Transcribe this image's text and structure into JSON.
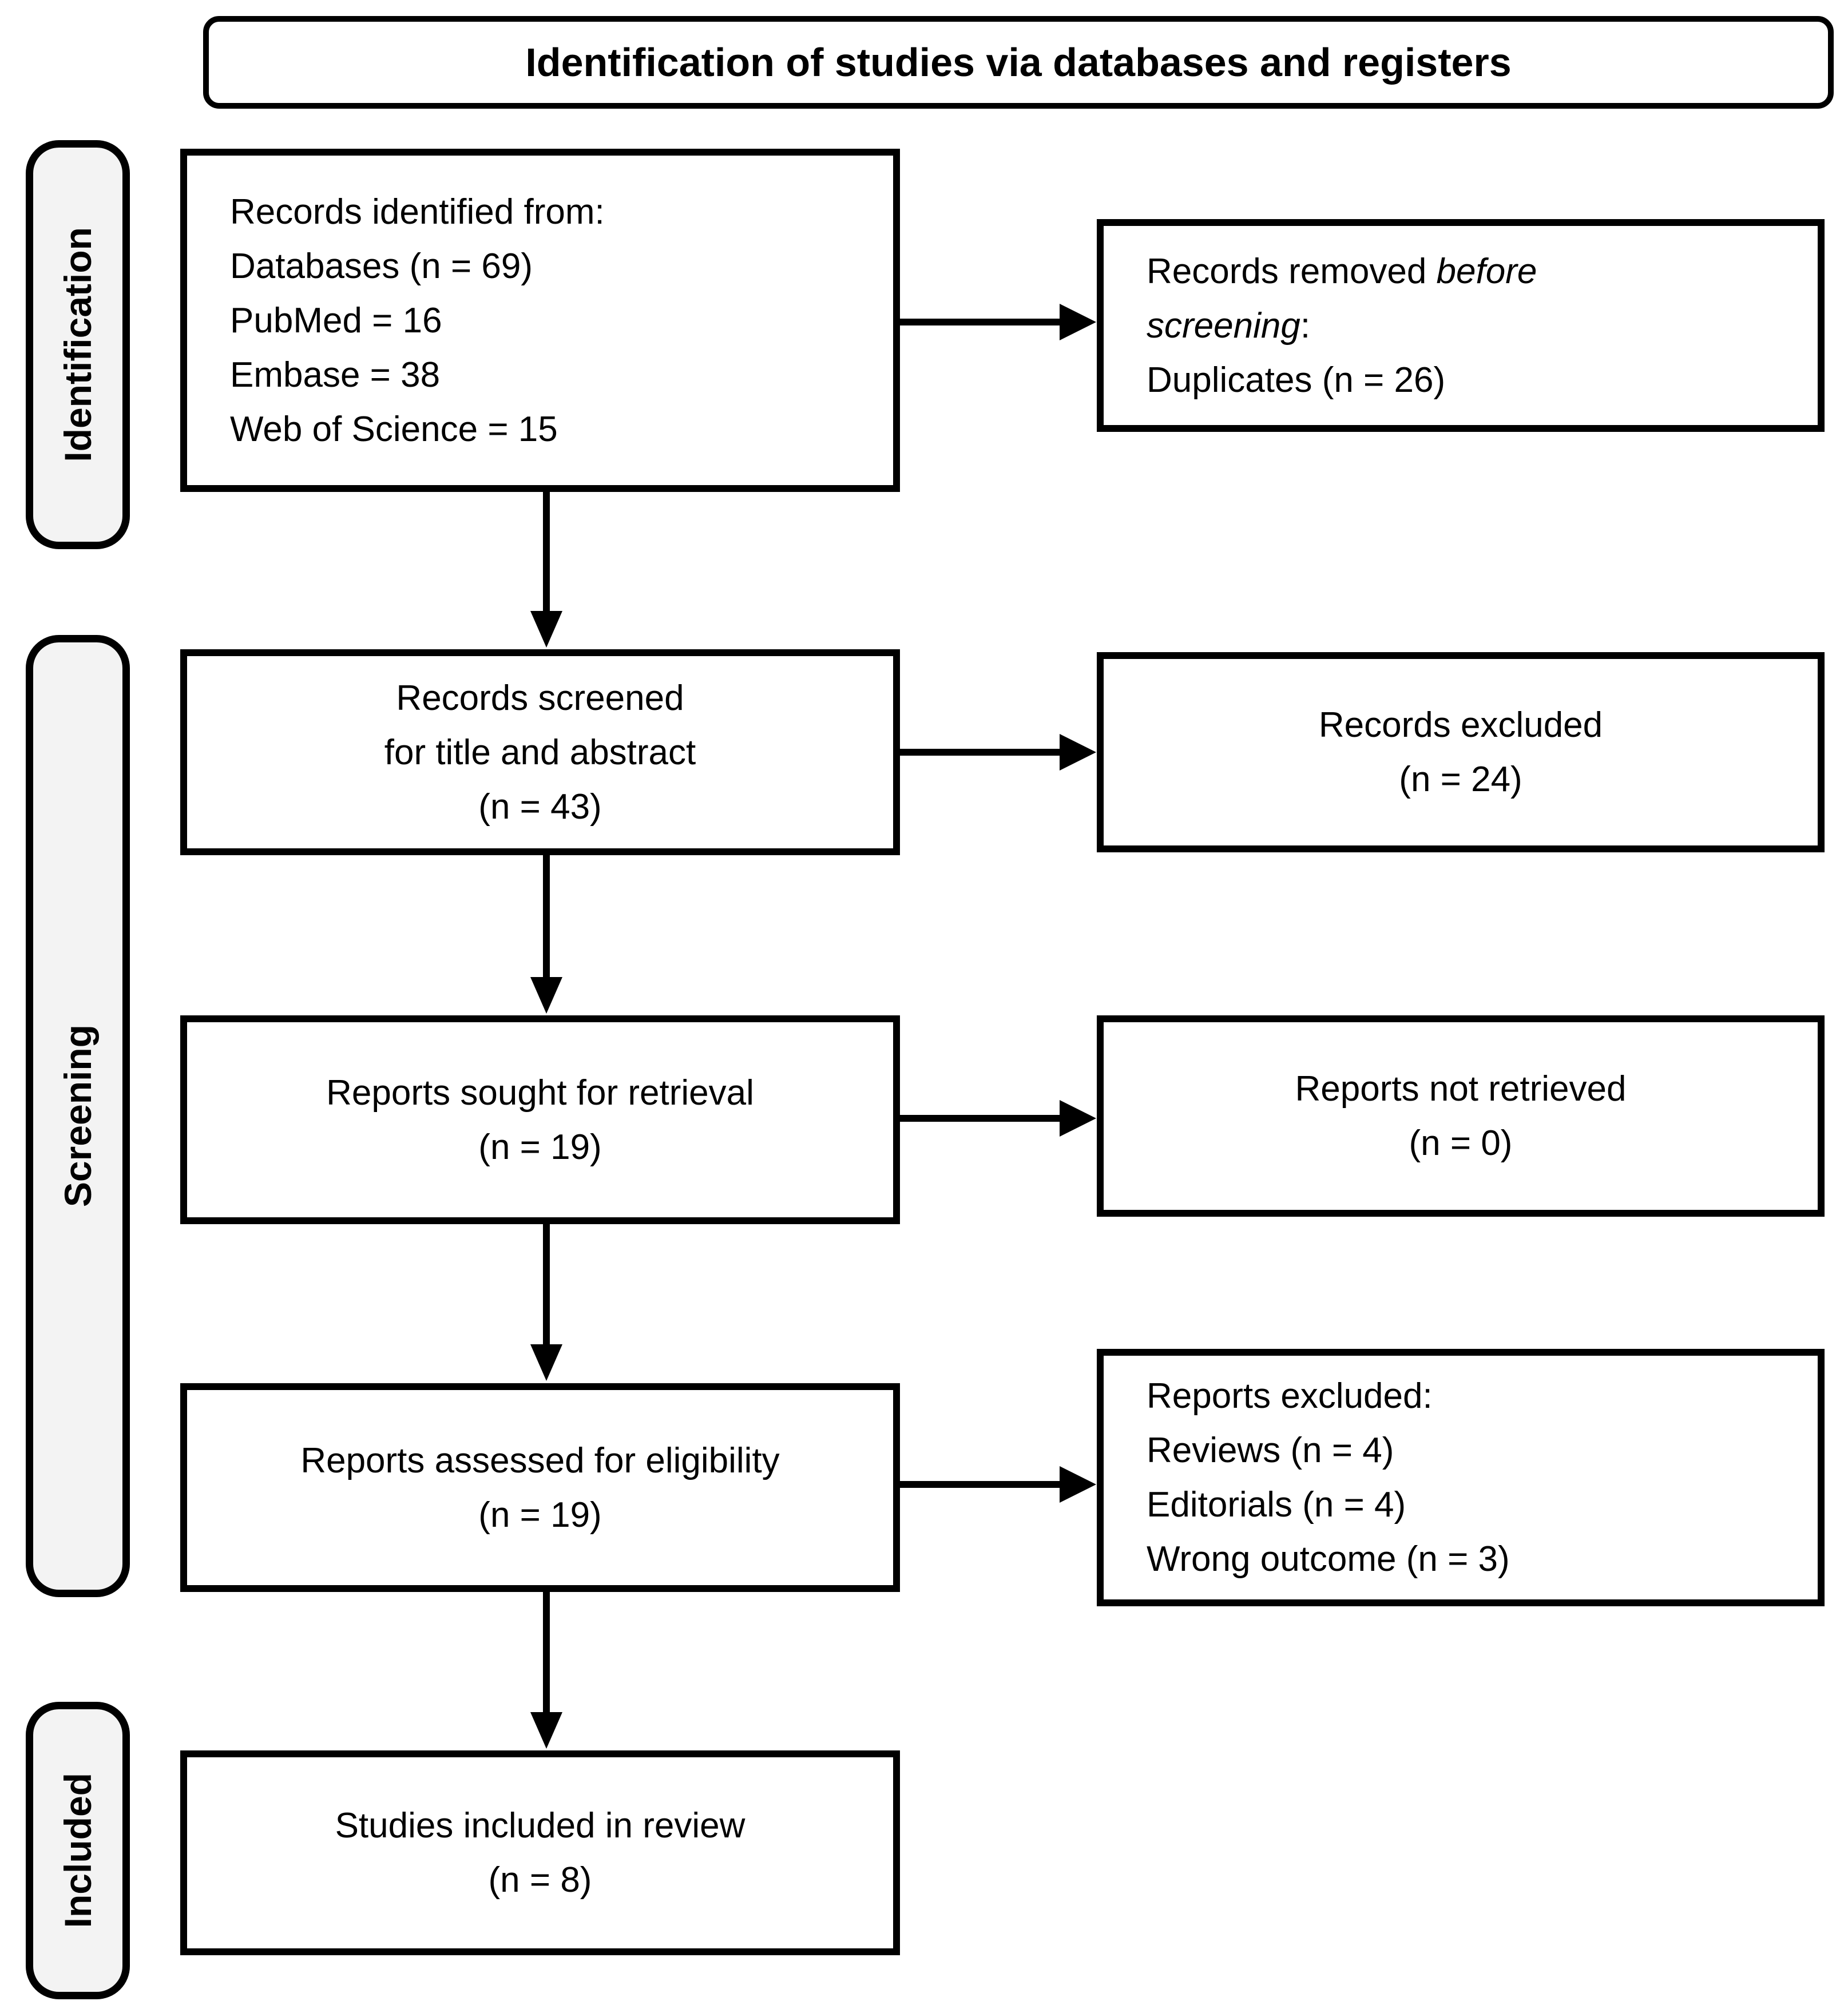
{
  "diagram": {
    "title": "Identification of studies via databases and registers",
    "stage_labels": [
      {
        "label": "Identification"
      },
      {
        "label": "Screening"
      },
      {
        "label": "Included"
      }
    ],
    "boxes": {
      "records_identified": {
        "lines": [
          "Records identified from:",
          "Databases (n = 69)",
          "PubMed = 16",
          "Embase = 38",
          "Web of Science = 15"
        ]
      },
      "records_removed": {
        "l1_normal": "Records removed ",
        "l1_italic": "before",
        "l2_italic": "screening",
        "l2_normal": ":",
        "l3": "Duplicates (n = 26)"
      },
      "records_screened": {
        "lines": [
          "Records screened",
          "for title and abstract",
          "(n = 43)"
        ]
      },
      "records_excluded": {
        "lines": [
          "Records excluded",
          "(n = 24)"
        ]
      },
      "reports_sought": {
        "lines": [
          "Reports sought for retrieval",
          "(n = 19)"
        ]
      },
      "reports_not_retrieved": {
        "lines": [
          "Reports not retrieved",
          "(n = 0)"
        ]
      },
      "reports_assessed": {
        "lines": [
          "Reports assessed for eligibility",
          "(n = 19)"
        ]
      },
      "reports_excluded": {
        "lines": [
          "Reports excluded:",
          "Reviews (n = 4)",
          "Editorials (n = 4)",
          "Wrong outcome (n = 3)"
        ]
      },
      "studies_included": {
        "lines": [
          "Studies included in review",
          "(n = 8)"
        ]
      }
    }
  }
}
